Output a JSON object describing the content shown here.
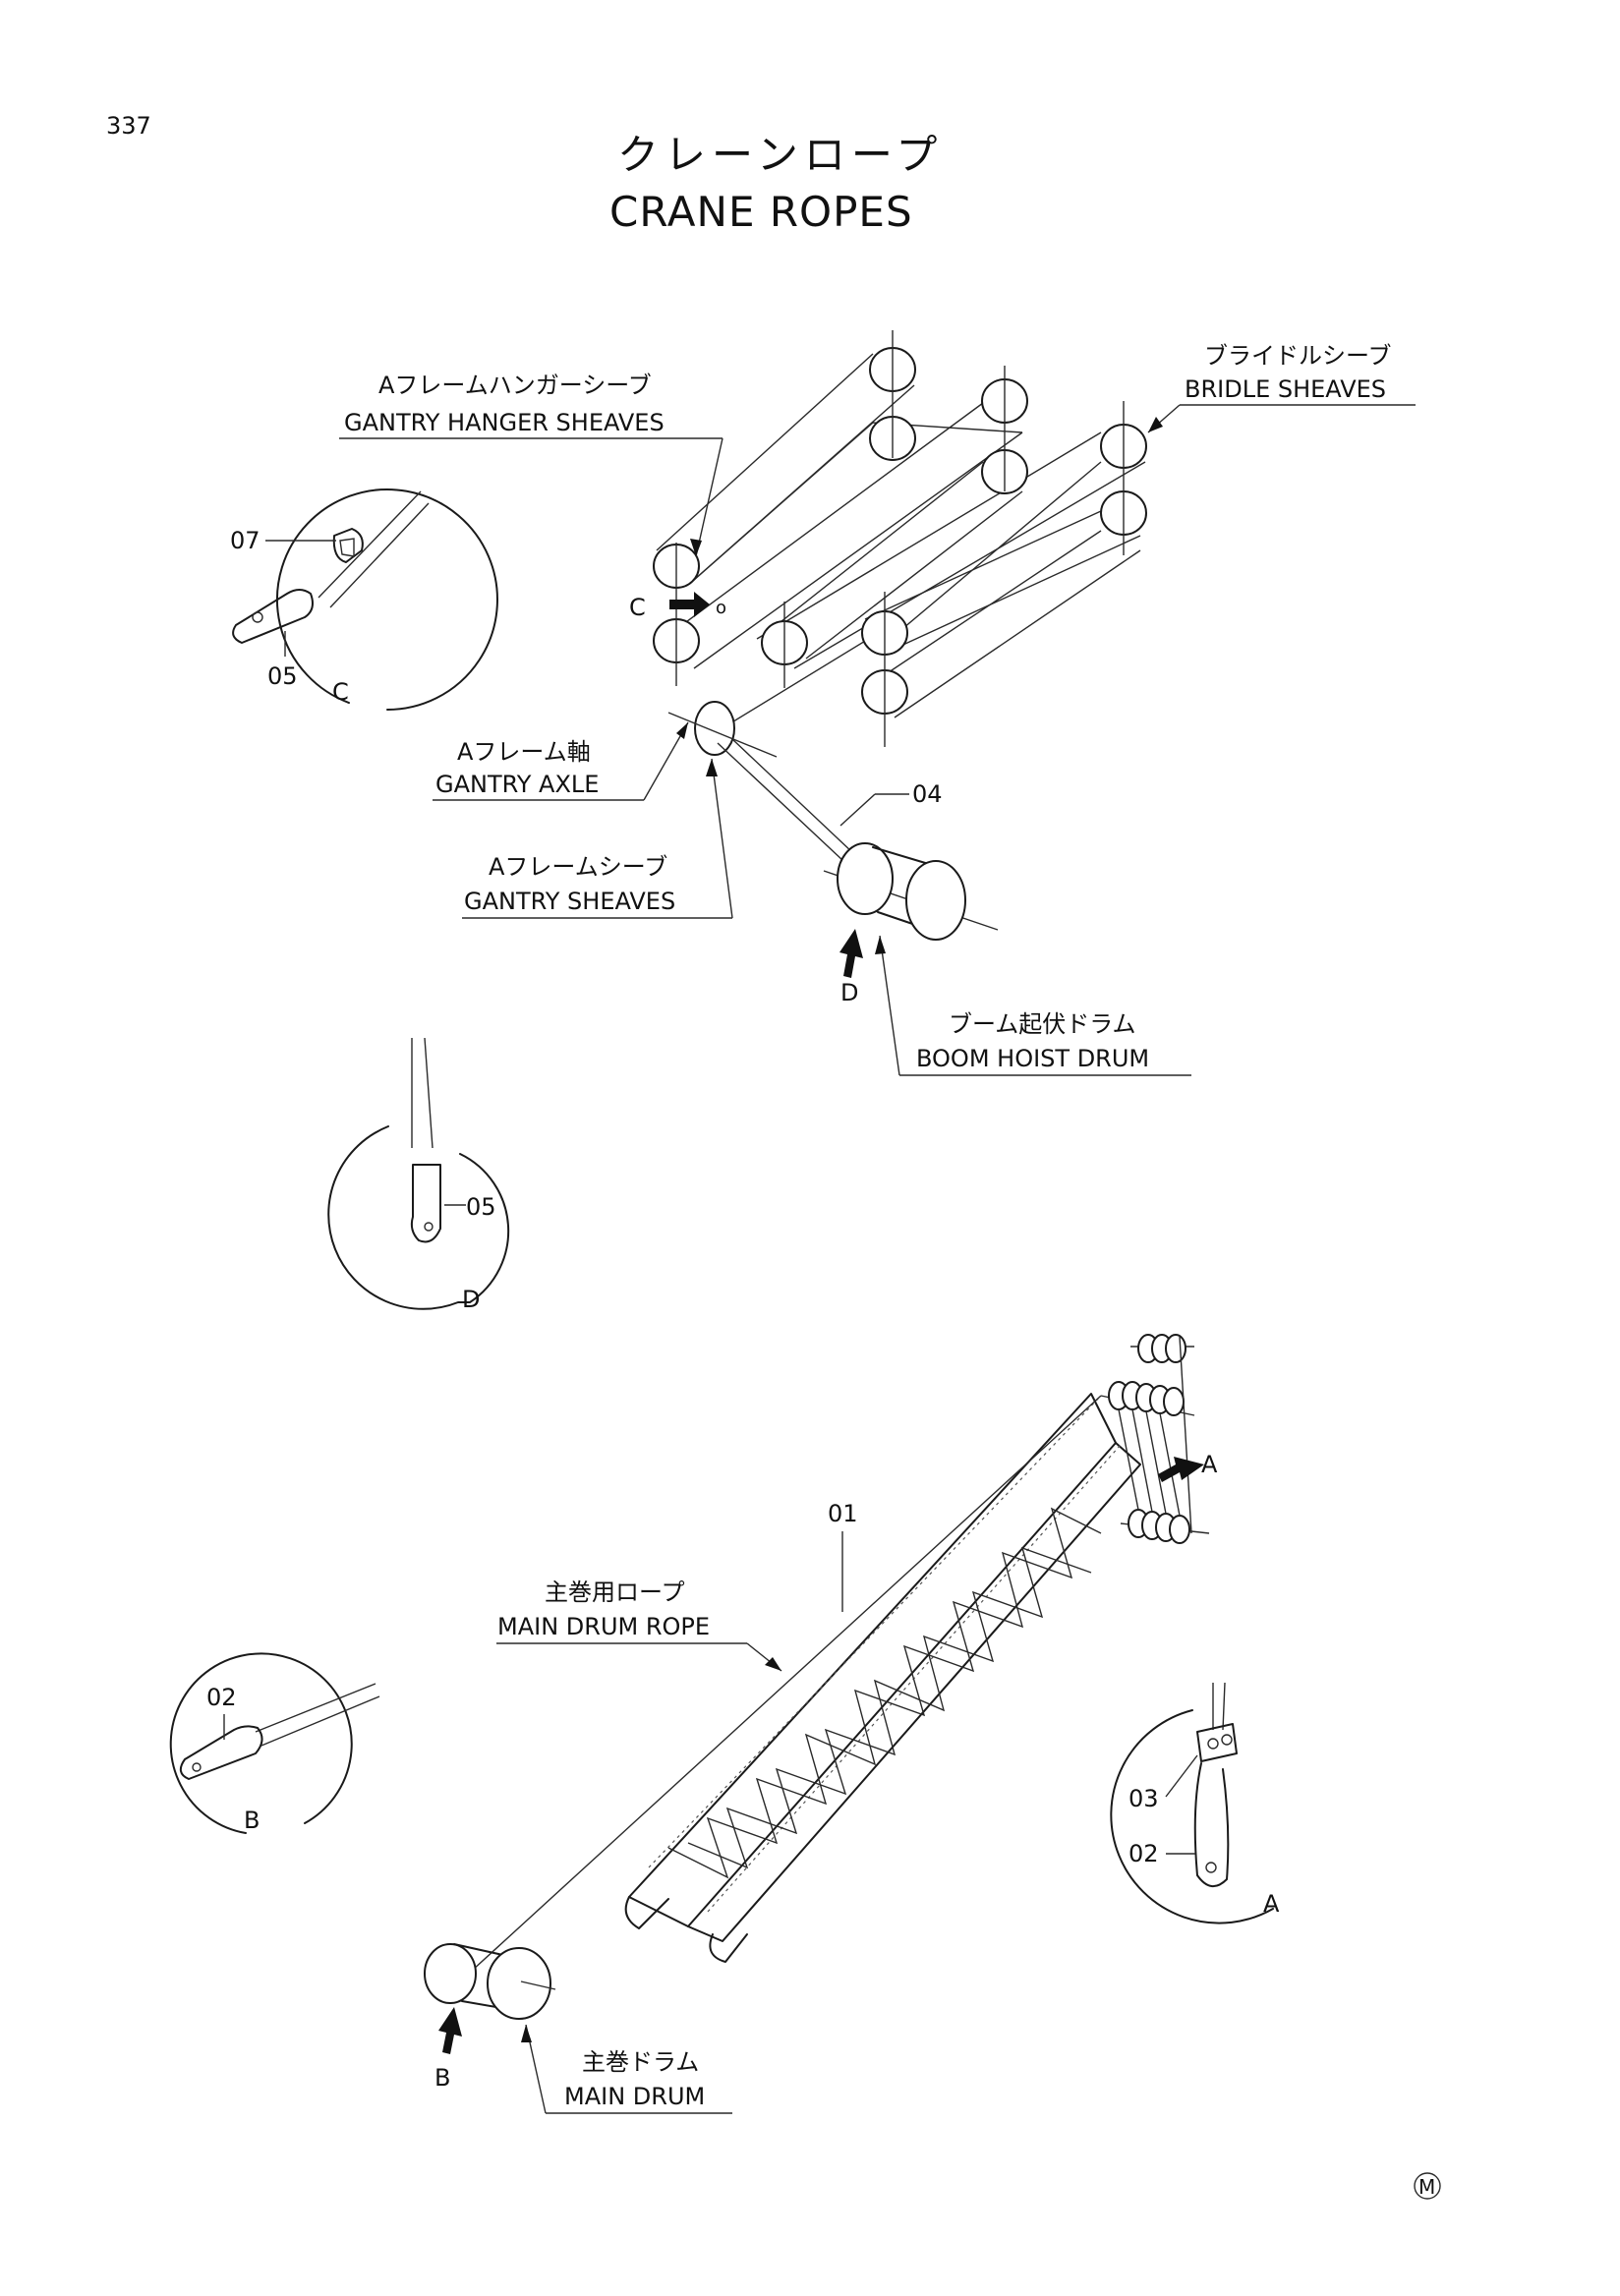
{
  "page_number": "337",
  "title_jp": "クレーンロープ",
  "title_en": "CRANE ROPES",
  "labels": {
    "gantry_hanger_jp": "Aフレームハンガーシーブ",
    "gantry_hanger_en": "GANTRY HANGER SHEAVES",
    "bridle_jp": "ブライドルシーブ",
    "bridle_en": "BRIDLE SHEAVES",
    "gantry_axle_jp": "Aフレーム軸",
    "gantry_axle_en": "GANTRY AXLE",
    "gantry_sheaves_jp": "Aフレームシーブ",
    "gantry_sheaves_en": "GANTRY SHEAVES",
    "boom_hoist_jp": "ブーム起伏ドラム",
    "boom_hoist_en": "BOOM HOIST DRUM",
    "main_rope_jp": "主巻用ロープ",
    "main_rope_en": "MAIN DRUM ROPE",
    "main_drum_jp": "主巻ドラム",
    "main_drum_en": "MAIN DRUM"
  },
  "part_numbers": {
    "p01": "01",
    "p02": "02",
    "p03": "03",
    "p04": "04",
    "p05": "05",
    "p07": "07"
  },
  "view_letters": {
    "a": "A",
    "b": "B",
    "c": "C",
    "d": "D"
  },
  "marks": {
    "small_o": "o",
    "maker_mark": "M"
  }
}
